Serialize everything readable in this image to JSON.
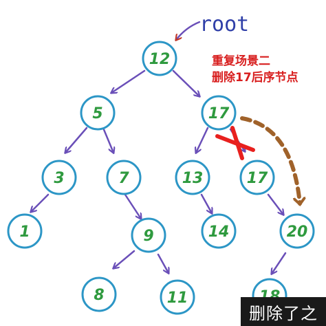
{
  "root_label": "root",
  "annotation": {
    "line1": "重复场景二",
    "line2": "删除17后序节点"
  },
  "caption": "删除了之",
  "colors": {
    "node_stroke": "#2c96c6",
    "node_text": "#2f9a3f",
    "edge": "#6a4fb8",
    "cross": "#e8201e",
    "dashed_arrow": "#a0622a"
  },
  "nodes": [
    {
      "id": "n12",
      "label": "12"
    },
    {
      "id": "n5",
      "label": "5"
    },
    {
      "id": "n17a",
      "label": "17"
    },
    {
      "id": "n3",
      "label": "3"
    },
    {
      "id": "n7",
      "label": "7"
    },
    {
      "id": "n13",
      "label": "13"
    },
    {
      "id": "n17b",
      "label": "17"
    },
    {
      "id": "n1",
      "label": "1"
    },
    {
      "id": "n9",
      "label": "9"
    },
    {
      "id": "n14",
      "label": "14"
    },
    {
      "id": "n20",
      "label": "20"
    },
    {
      "id": "n8",
      "label": "8"
    },
    {
      "id": "n11",
      "label": "11"
    },
    {
      "id": "n18",
      "label": "18"
    }
  ]
}
